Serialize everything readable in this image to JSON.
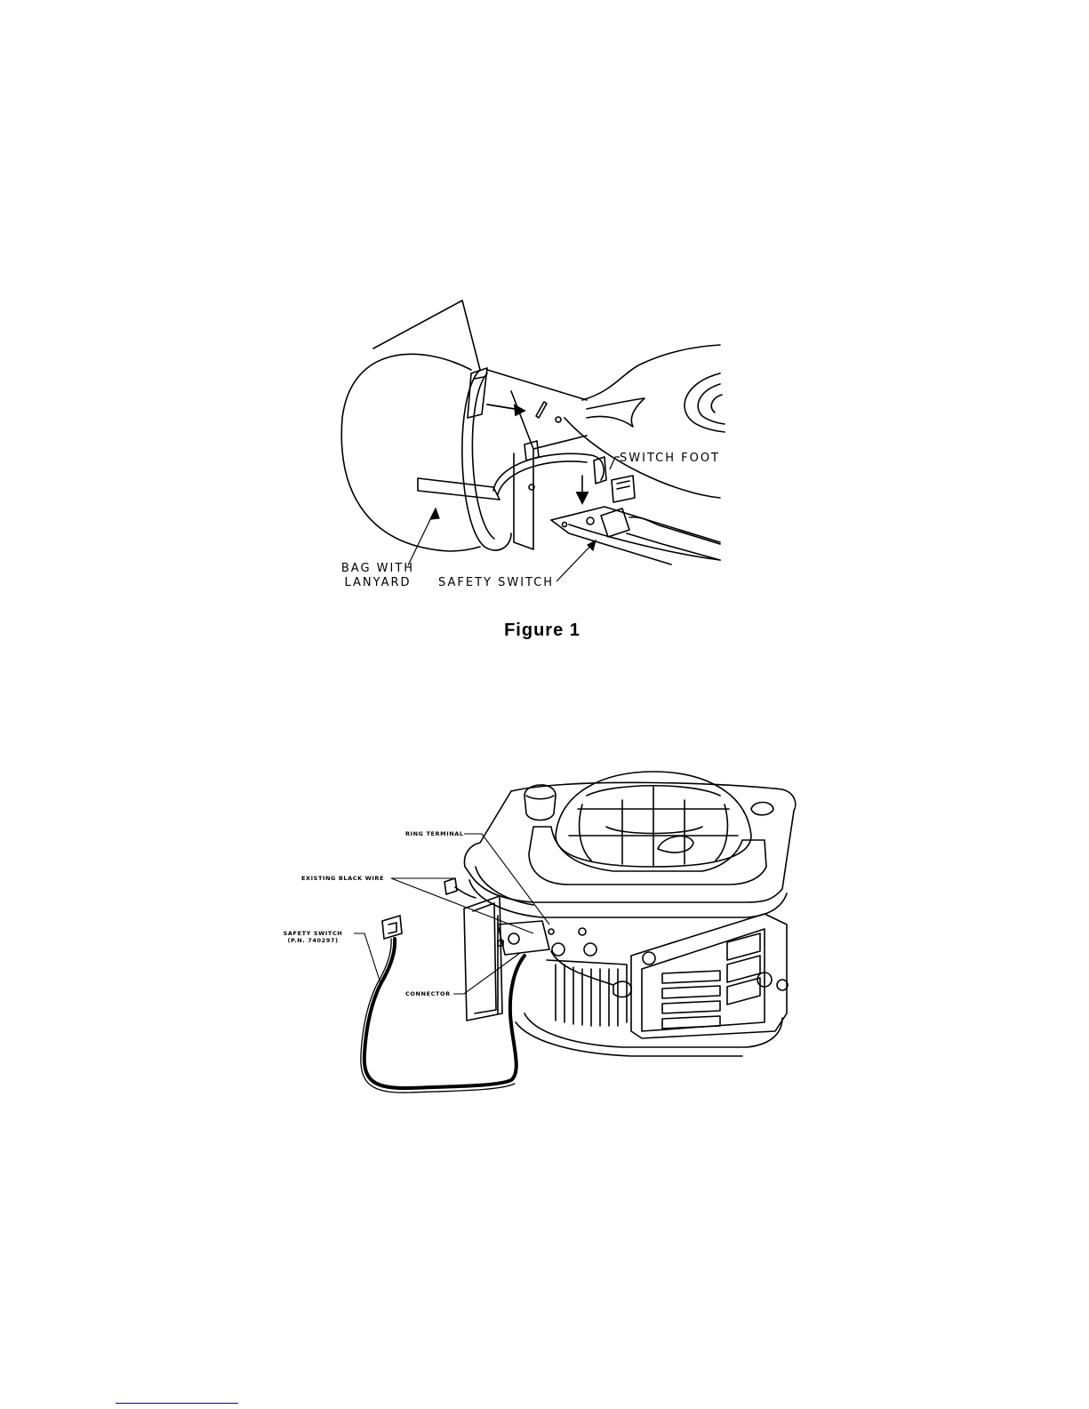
{
  "figure1": {
    "labels": {
      "switch_foot": "SWITCH FOOT",
      "bag_with": "BAG WITH",
      "lanyard": "LANYARD",
      "safety_switch": "SAFETY SWITCH"
    },
    "caption": "Figure 1"
  },
  "figure2": {
    "labels": {
      "ring_terminal": "RING TERMINAL",
      "existing_black_wire": "EXISTING BLACK WIRE",
      "safety_switch": "SAFETY SWITCH",
      "part_number": "(P.N. 740297)",
      "connector": "CONNECTOR"
    }
  },
  "colors": {
    "ink": "#000000",
    "paper": "#ffffff",
    "footer_rule": "#0000ee"
  }
}
